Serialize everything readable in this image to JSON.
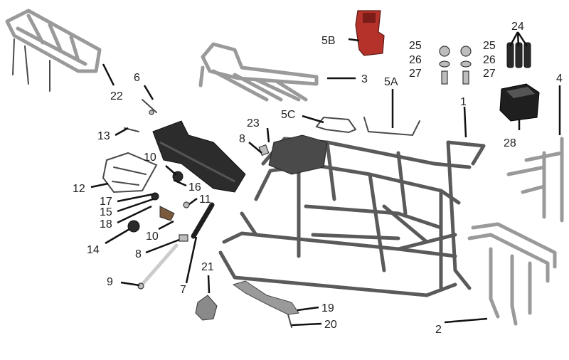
{
  "diagram": {
    "labels": {
      "l1": "1",
      "l2": "2",
      "l3": "3",
      "l4": "4",
      "l5a": "5A",
      "l5b": "5B",
      "l5c": "5C",
      "l6": "6",
      "l7": "7",
      "l8a": "8",
      "l8b": "8",
      "l9": "9",
      "l10a": "10",
      "l10b": "10",
      "l11": "11",
      "l12": "12",
      "l13": "13",
      "l14": "14",
      "l15": "15",
      "l16": "16",
      "l17": "17",
      "l18": "18",
      "l19": "19",
      "l20": "20",
      "l21": "21",
      "l22": "22",
      "l23": "23",
      "l24": "24",
      "l25a": "25",
      "l25b": "25",
      "l26a": "26",
      "l26b": "26",
      "l27a": "27",
      "l27b": "27",
      "l28": "28"
    },
    "colors": {
      "frame": "#5a5a5a",
      "bracket_red": "#b5322a",
      "rubber": "#222222"
    }
  }
}
